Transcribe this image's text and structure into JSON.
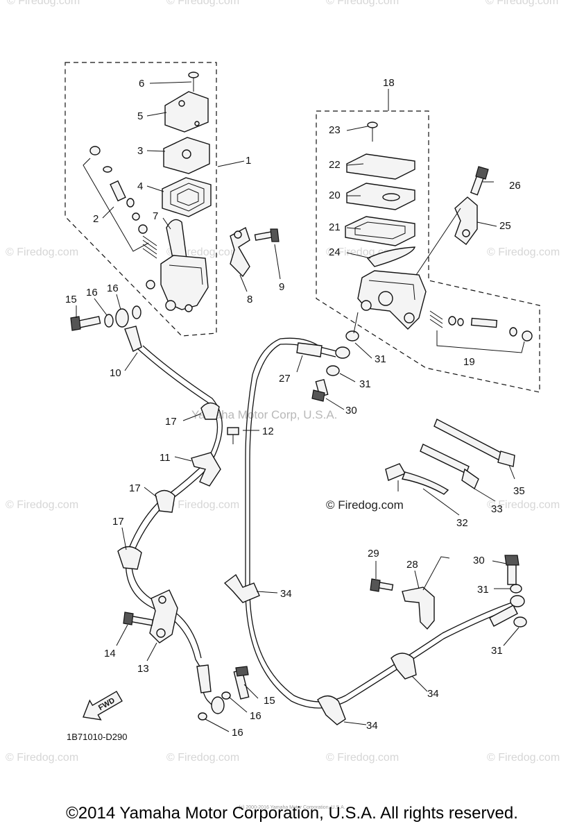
{
  "watermarks": {
    "top": "© Firedog.com",
    "side": "© Firedog.com",
    "center": "© Firedog.com",
    "overlay": "Yamaha Motor Corp, U.S.A."
  },
  "labels": {
    "p1": "1",
    "p2": "2",
    "p3": "3",
    "p4": "4",
    "p5": "5",
    "p6": "6",
    "p7": "7",
    "p8": "8",
    "p9": "9",
    "p10": "10",
    "p11": "11",
    "p12": "12",
    "p13": "13",
    "p14": "14",
    "p15a": "15",
    "p15b": "15",
    "p16a": "16",
    "p16b": "16",
    "p16c": "16",
    "p16d": "16",
    "p17a": "17",
    "p17b": "17",
    "p17c": "17",
    "p18": "18",
    "p19": "19",
    "p20": "20",
    "p21": "21",
    "p22": "22",
    "p23": "23",
    "p24": "24",
    "p25": "25",
    "p26": "26",
    "p27": "27",
    "p28": "28",
    "p29": "29",
    "p30a": "30",
    "p30b": "30",
    "p31a": "31",
    "p31b": "31",
    "p31c": "31",
    "p31d": "31",
    "p32": "32",
    "p33": "33",
    "p34a": "34",
    "p34b": "34",
    "p34c": "34",
    "p35": "35"
  },
  "diagram_code": "1B71010-D290",
  "fwd_label": "FWD",
  "small_note": "(c) 2000-2016 Yamaha Motor Corporation, U.S.A.",
  "copyright": "©2014 Yamaha Motor Corporation, U.S.A. All rights reserved."
}
